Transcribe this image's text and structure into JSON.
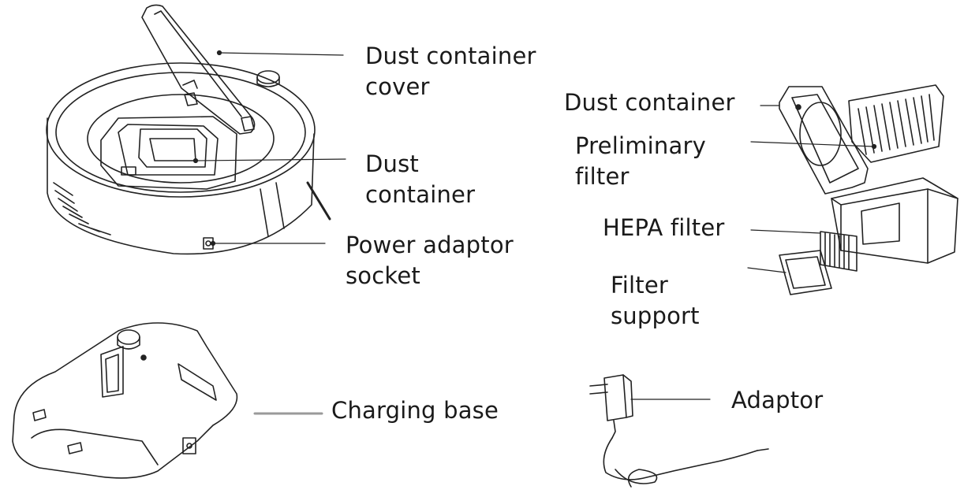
{
  "labels": {
    "dust_container_cover": [
      "Dust container",
      "cover"
    ],
    "dust_container_robot": [
      "Dust",
      "container"
    ],
    "power_adaptor_socket": [
      "Power adaptor",
      "socket"
    ],
    "dust_container_box": "Dust container",
    "preliminary_filter": [
      "Preliminary",
      "filter"
    ],
    "hepa_filter": "HEPA filter",
    "filter_support": [
      "Filter",
      "support"
    ],
    "charging_base": "Charging base",
    "adaptor": "Adaptor"
  },
  "colors": {
    "line": "#222222",
    "leader_gray": "#9a9a9a"
  }
}
